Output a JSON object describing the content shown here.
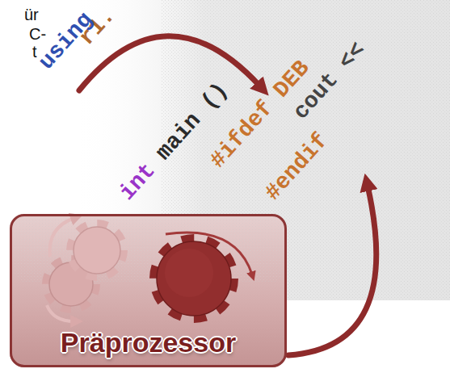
{
  "diagram": {
    "nodes": [
      {
        "text": [
          "Präprozessor"
        ]
      }
    ],
    "labels": [
      "ür",
      "C-",
      "t",
      "r1.",
      "using",
      "int",
      "main ()",
      "#ifdef DEB",
      "cout <<",
      "#endif"
    ]
  }
}
